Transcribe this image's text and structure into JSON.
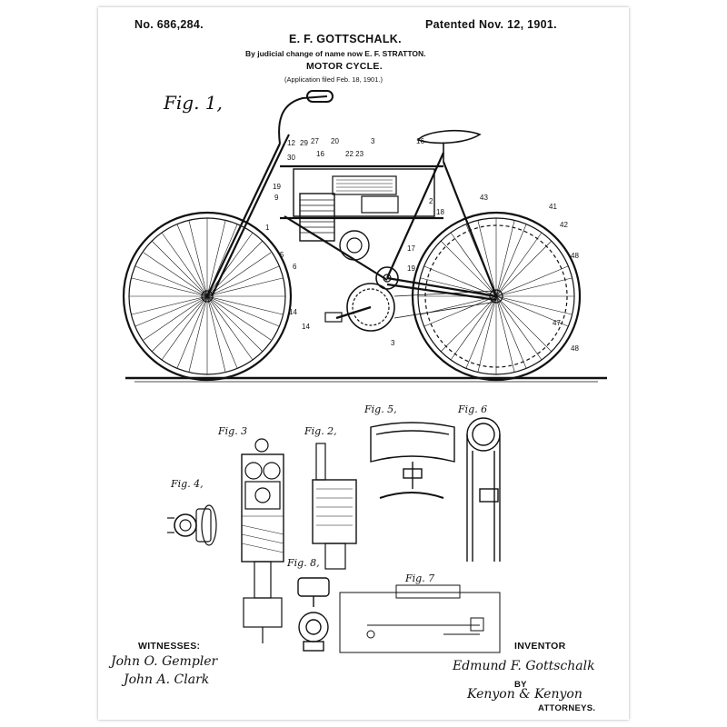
{
  "header": {
    "patent_number": "No. 686,284.",
    "patented_date": "Patented Nov. 12, 1901.",
    "inventor_name": "E. F. GOTTSCHALK.",
    "name_change": "By judicial change of name now E. F. STRATTON.",
    "title": "MOTOR CYCLE.",
    "application": "(Application filed Feb. 18, 1901.)"
  },
  "figures": {
    "fig1": "Fig. 1,",
    "fig2": "Fig. 2,",
    "fig3": "Fig. 3",
    "fig4": "Fig. 4,",
    "fig5": "Fig. 5,",
    "fig6": "Fig. 6",
    "fig7": "Fig. 7",
    "fig8": "Fig. 8,"
  },
  "footer": {
    "witnesses_label": "WITNESSES:",
    "witness1": "John O. Gempler",
    "witness2": "John A. Clark",
    "inventor_label": "INVENTOR",
    "inventor_signature": "Edmund F. Gottschalk",
    "by": "BY",
    "attorneys_signature": "Kenyon & Kenyon",
    "attorneys_label": "ATTORNEYS."
  }
}
